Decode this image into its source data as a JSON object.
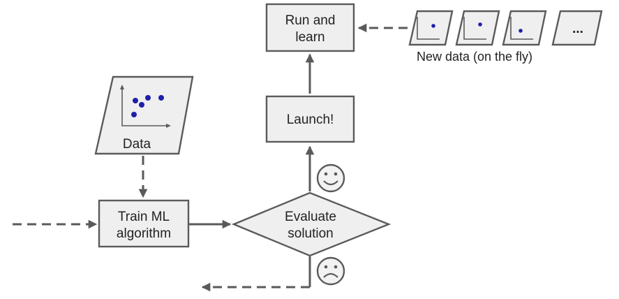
{
  "nodes": {
    "run_learn": {
      "line1": "Run and",
      "line2": "learn"
    },
    "launch": {
      "label": "Launch!"
    },
    "train": {
      "line1": "Train ML",
      "line2": "algorithm"
    },
    "evaluate": {
      "line1": "Evaluate",
      "line2": "solution"
    },
    "data": {
      "label": "Data"
    },
    "new_data": {
      "caption": "New data (on the fly)",
      "more": "..."
    }
  },
  "icons": {
    "good": "smiley-face-icon",
    "bad": "frowning-face-icon"
  },
  "colors": {
    "stroke": "#5a5a5a",
    "fill": "#efefef",
    "dot": "#1f1fa8"
  }
}
